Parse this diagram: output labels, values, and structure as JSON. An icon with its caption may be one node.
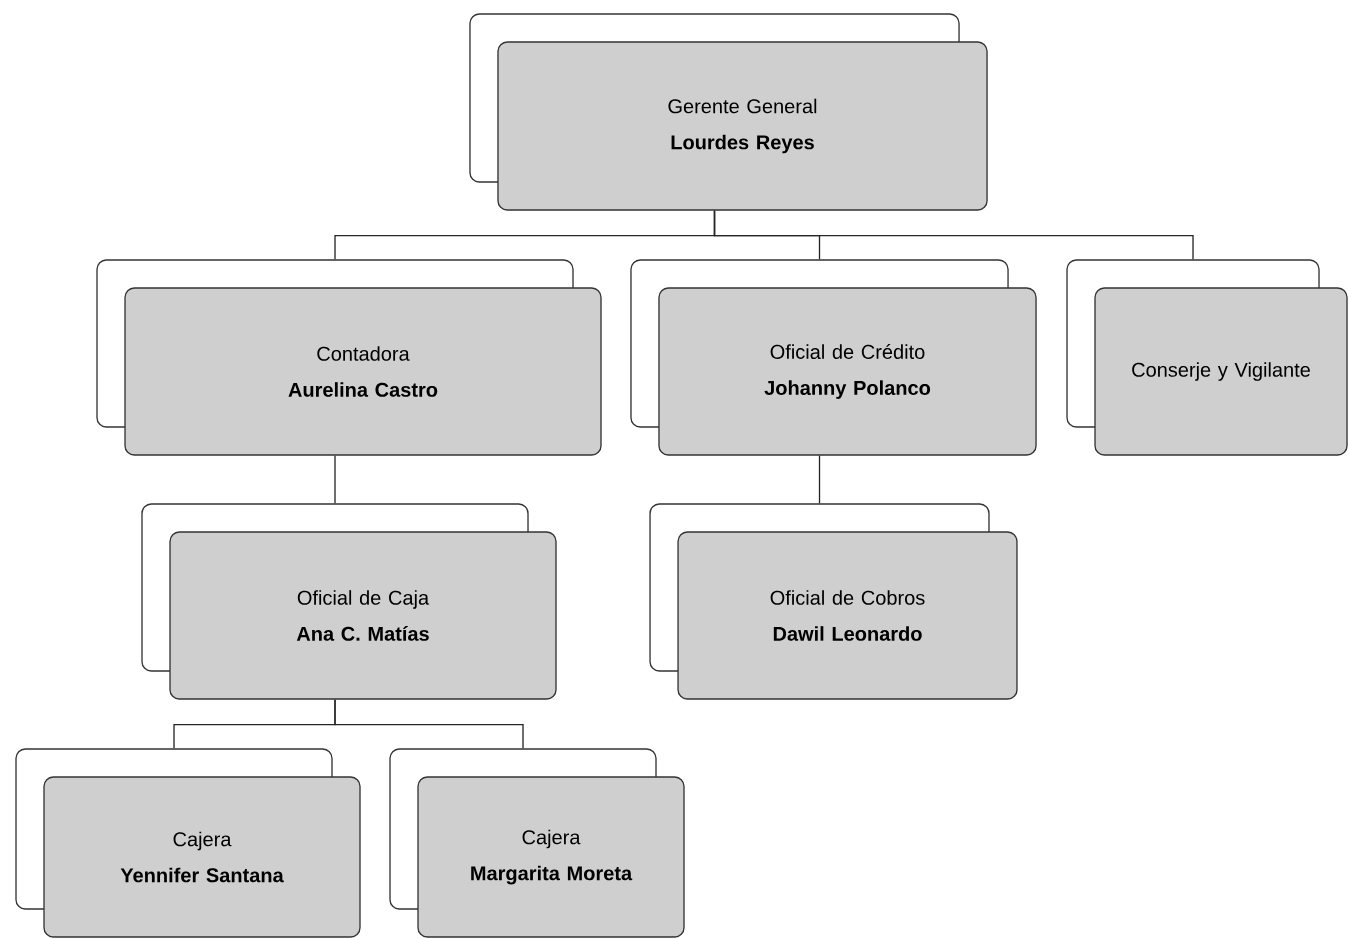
{
  "diagram": {
    "nodes": [
      {
        "text": [
          "Gerente General",
          "Lourdes Reyes"
        ]
      },
      {
        "text": [
          "Contadora",
          "Aurelina Castro"
        ]
      },
      {
        "text": [
          "Oficial de Crédito",
          "Johanny Polanco"
        ]
      },
      {
        "text": [
          "Conserje y Vigilante"
        ]
      },
      {
        "text": [
          "Oficial de Caja",
          "Ana C. Matías"
        ]
      },
      {
        "text": [
          "Oficial de Cobros",
          "Dawil Leonardo"
        ]
      },
      {
        "text": [
          "Cajera",
          "Yennifer Santana"
        ]
      },
      {
        "text": [
          "Cajera",
          "Margarita Moreta"
        ]
      }
    ],
    "edges": [
      {
        "from": 0,
        "to": 1,
        "arrow": "none"
      },
      {
        "from": 0,
        "to": 2,
        "arrow": "none"
      },
      {
        "from": 0,
        "to": 3,
        "arrow": "none"
      },
      {
        "from": 1,
        "to": 4,
        "arrow": "none"
      },
      {
        "from": 2,
        "to": 5,
        "arrow": "none"
      },
      {
        "from": 4,
        "to": 6,
        "arrow": "none"
      },
      {
        "from": 4,
        "to": 7,
        "arrow": "none"
      }
    ]
  }
}
